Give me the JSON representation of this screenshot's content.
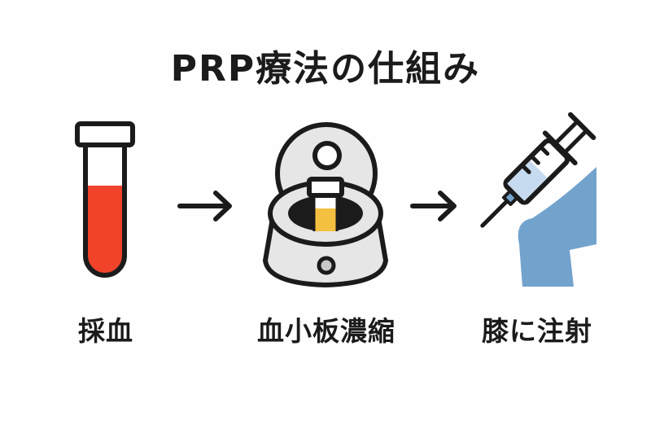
{
  "title": "PRP療法の仕組み",
  "steps": [
    {
      "label": "採血",
      "icon": "blood-collection-tube-icon"
    },
    {
      "label": "血小板濃縮",
      "icon": "centrifuge-icon"
    },
    {
      "label": "膝に注射",
      "icon": "syringe-knee-icon"
    }
  ],
  "colors": {
    "blood": "#f0432a",
    "plasma": "#f4c040",
    "centrifuge_body": "#e6e6e6",
    "syringe_fluid": "#c6dbef",
    "knee": "#72a3cd",
    "outline": "#1b1b1b"
  }
}
